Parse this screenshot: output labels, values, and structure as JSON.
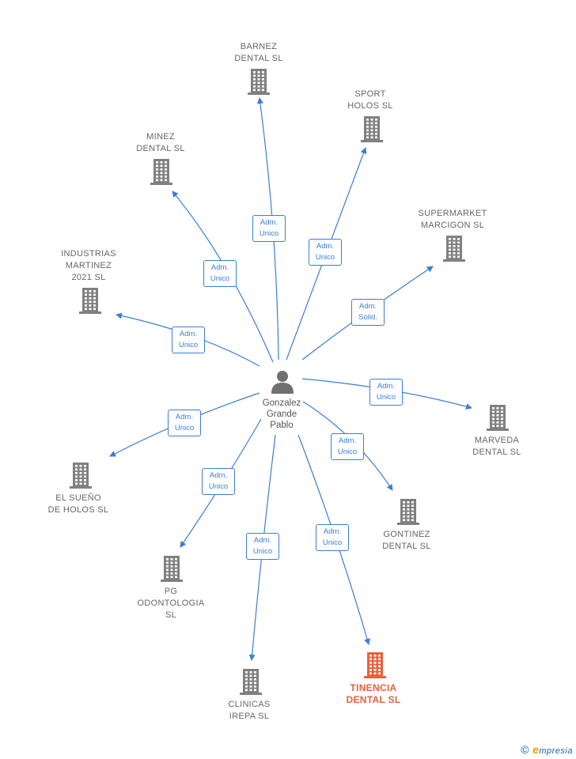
{
  "colors": {
    "edge": "#3b7dd8",
    "building": "#808080",
    "building_highlight": "#e8613a",
    "label": "#666666",
    "person": "#707070"
  },
  "center": {
    "name": "Gonzalez\nGrande\nPablo",
    "icon": "person-icon"
  },
  "companies": [
    {
      "id": "barnez",
      "name": "BARNEZ\nDENTAL  SL",
      "role": "Adm.\nUnico",
      "highlight": false
    },
    {
      "id": "sport",
      "name": "SPORT\nHOLOS  SL",
      "role": "Adm.\nUnico",
      "highlight": false
    },
    {
      "id": "minez",
      "name": "MINEZ\nDENTAL  SL",
      "role": "Adm.\nUnico",
      "highlight": false
    },
    {
      "id": "supermarket",
      "name": "SUPERMARKET\nMARCIGON  SL",
      "role": "Adm.\nSolid.",
      "highlight": false
    },
    {
      "id": "industrias",
      "name": "INDUSTRIAS\nMARTINEZ\n2021  SL",
      "role": "Adm.\nUnico",
      "highlight": false
    },
    {
      "id": "marveda",
      "name": "MARVEDA\nDENTAL  SL",
      "role": "Adm.\nUnico",
      "highlight": false
    },
    {
      "id": "elsueno",
      "name": "EL SUEÑO\nDE HOLOS SL",
      "role": "Adm.\nUnico",
      "highlight": false
    },
    {
      "id": "gontinez",
      "name": "GONTINEZ\nDENTAL  SL",
      "role": "Adm.\nUnico",
      "highlight": false
    },
    {
      "id": "pg",
      "name": "PG\nODONTOLOGIA\nSL",
      "role": "Adm.\nUnico",
      "highlight": false
    },
    {
      "id": "clinicas",
      "name": "CLINICAS\nIREPA  SL",
      "role": "Adm.\nUnico",
      "highlight": false
    },
    {
      "id": "tinencia",
      "name": "TINENCIA\nDENTAL  SL",
      "role": "Adm.\nUnico",
      "highlight": true
    }
  ],
  "footer": {
    "copyright": "©",
    "brand_initial": "e",
    "brand_rest": "mpresia"
  }
}
